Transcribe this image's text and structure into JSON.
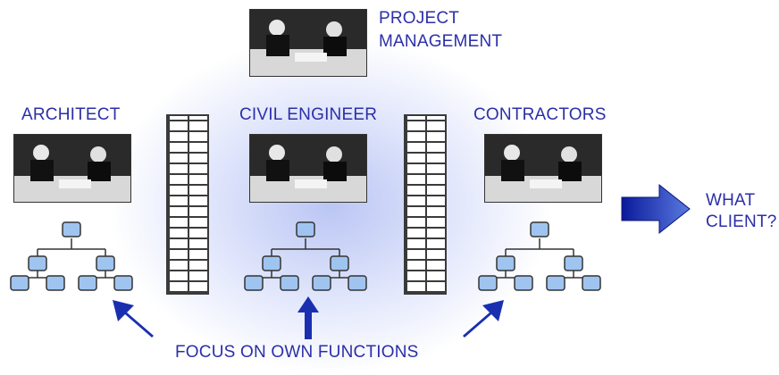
{
  "labels": {
    "project_management_line1": "PROJECT",
    "project_management_line2": "MANAGEMENT",
    "architect": "ARCHITECT",
    "civil_engineer": "CIVIL ENGINEER",
    "contractors": "CONTRACTORS",
    "what_client_line1": "WHAT",
    "what_client_line2": "CLIENT?",
    "focus": "FOCUS ON OWN FUNCTIONS"
  },
  "colors": {
    "label_text": "#2b2fa8",
    "arrow_blue": "#1a2fb0",
    "node_fill": "#9fc4f0",
    "glow": "#8c9ef0"
  }
}
